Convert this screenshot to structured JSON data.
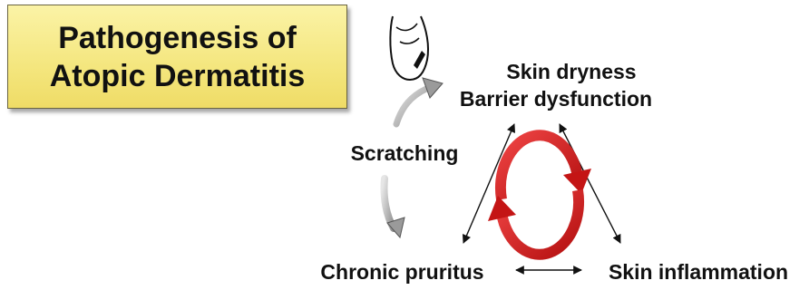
{
  "title": {
    "line1": "Pathogenesis of",
    "line2": "Atopic Dermatitis"
  },
  "nodes": {
    "skin_dryness": "Skin dryness",
    "barrier_dysfunction": "Barrier dysfunction",
    "scratching": "Scratching",
    "chronic_pruritus": "Chronic pruritus",
    "skin_inflammation": "Skin inflammation"
  },
  "colors": {
    "title_box_fill": "#f4e67e",
    "cycle_arrow": "#d81818",
    "curved_arrow": "#9a9a9a"
  },
  "icons": {
    "hand": "scratching-hand-icon",
    "cycle": "red-circular-arrows-icon"
  }
}
